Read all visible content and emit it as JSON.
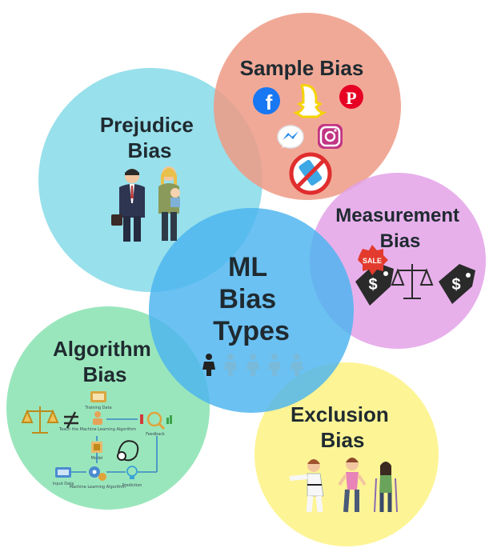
{
  "center": {
    "lines": [
      "ML",
      "Bias",
      "Types"
    ]
  },
  "prejudice": {
    "lines": [
      "Prejudice",
      "Bias"
    ]
  },
  "sample": {
    "lines": [
      "Sample Bias"
    ],
    "icons": [
      "facebook-icon",
      "snapchat-icon",
      "pinterest-icon",
      "messenger-icon",
      "instagram-icon",
      "no-phone-icon"
    ]
  },
  "measurement": {
    "lines": [
      "Measurement",
      "Bias"
    ],
    "sale_tag": "SALE"
  },
  "algorithm": {
    "lines": [
      "Algorithm",
      "Bias"
    ],
    "flow": {
      "training": "Training Data",
      "teach": "Teach the Machine Learning Algorithm",
      "model": "Model",
      "input": "Input Data",
      "mla": "Machine Learning Algorithm",
      "prediction": "Prediction",
      "feedback": "Feedback"
    }
  },
  "exclusion": {
    "lines": [
      "Exclusion",
      "Bias"
    ]
  },
  "colors": {
    "prejudice": "#8fdde9",
    "sample": "#ef9a85",
    "measurement": "#e3a2e8",
    "center": "#4ab3ef",
    "algorithm": "#8fe3b5",
    "exclusion": "#fdf38f",
    "text": "#1f2a30"
  }
}
